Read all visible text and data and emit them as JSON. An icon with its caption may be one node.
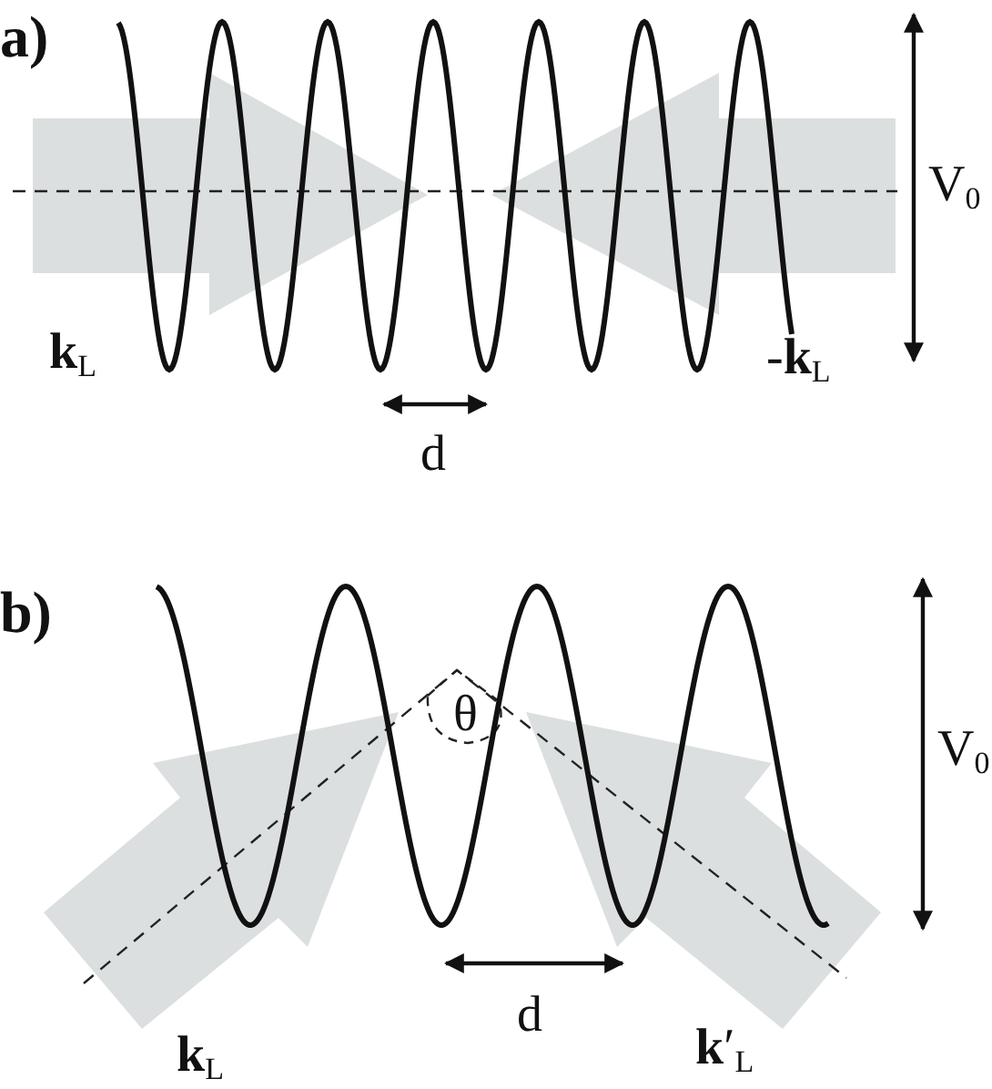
{
  "diagram": {
    "labels": [
      "a)",
      "V$_{0}$",
      "**k**$_{L}$",
      "-**k**$_{L}$",
      "d",
      "b)",
      "θ",
      "V$_{0}$",
      "d",
      "**k**$_{L}$",
      "**k**′$_{L}$"
    ]
  }
}
